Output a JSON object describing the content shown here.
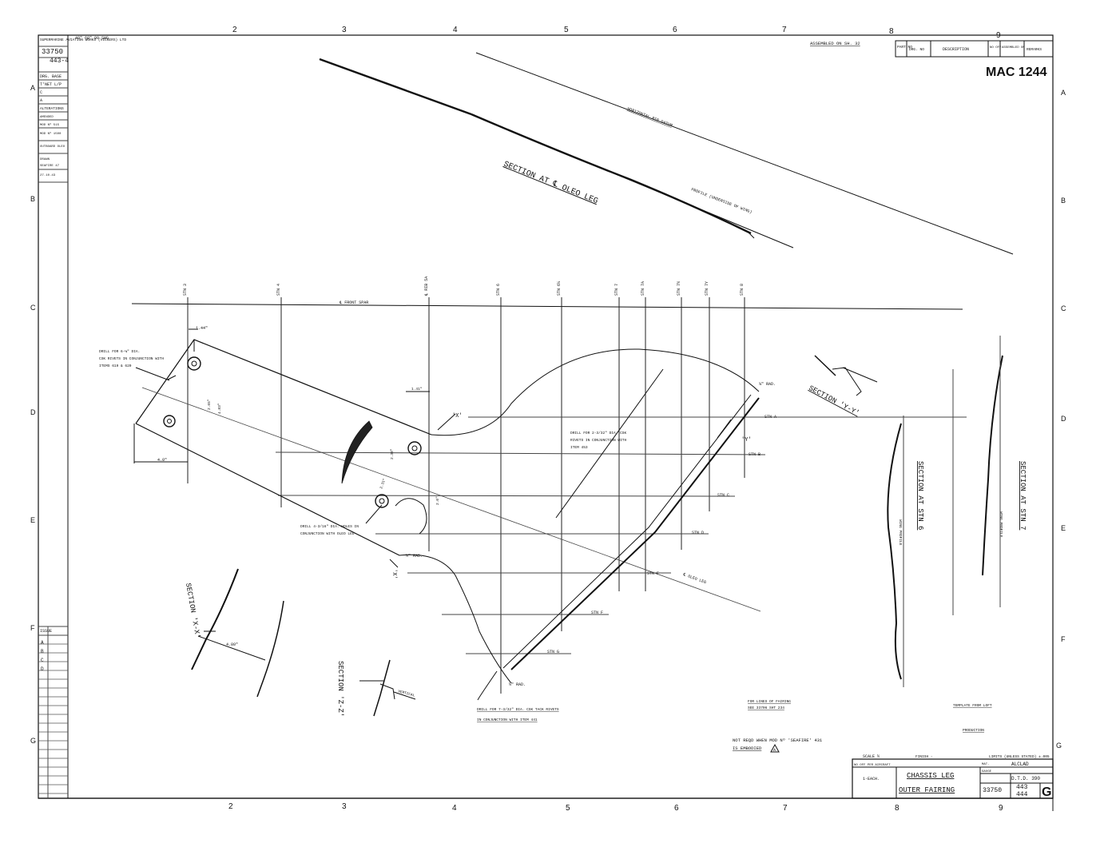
{
  "sheet": {
    "drawing_number": "MAC 1244",
    "top_note": "40\" 60\" 80 SWG",
    "assembled_note": "ASSEMBLED ON SH. 32",
    "border_numbers_top": [
      "2",
      "3",
      "4",
      "5",
      "6",
      "7",
      "8",
      "9"
    ],
    "border_numbers_bottom": [
      "2",
      "3",
      "4",
      "5",
      "6",
      "7",
      "8",
      "9"
    ],
    "border_letters_left": [
      "A",
      "B",
      "C",
      "D",
      "E",
      "F",
      "G"
    ],
    "border_letters_right": [
      "A",
      "B",
      "C",
      "D",
      "E",
      "F",
      "G"
    ]
  },
  "parts_header": {
    "part_no": "PART NO",
    "drg_no": "DRG. NO",
    "description": "DESCRIPTION",
    "no_off": "NO OFF",
    "assembled_on": "ASSEMBLED ON",
    "remarks": "REMARKS"
  },
  "left_strip": {
    "company": "SUPERMARINE AVIATION WORKS (VICKERS) LTD",
    "number": "33750",
    "sub_number": "443-4",
    "rows": [
      "DRG. BASE",
      "T'NET L/P",
      "C",
      "A"
    ],
    "alterations": "ALTERATIONS",
    "notes": [
      "AMENDED",
      "MOD Nº 515",
      "MOD Nº 1500",
      "OUTBOARD OLEO",
      "DRAWN",
      "SEAFIRE 47",
      "27.10.43"
    ]
  },
  "issue_box": {
    "heading": "ISSUE",
    "items": [
      "A",
      "B",
      "C",
      "D"
    ]
  },
  "labels": {
    "section_oleo": "SECTION AT ℄ OLEO LEG",
    "horizontal_datum": "HORIZONTAL RIB DATUM",
    "profile_note": "PROFILE (UNDERSIDE OF WING)",
    "front_spar": "℄ FRONT SPAR",
    "section_yy": "SECTION 'Y-Y'",
    "section_xx": "SECTION 'X-X'",
    "section_zz": "SECTION 'Z-Z'",
    "section_stn6": "SECTION AT STN 6",
    "section_stn7": "SECTION AT STN 7",
    "wing_profile": "WING PROFILE",
    "vertical": "VERTICAL",
    "oleo_leg": "℄ OLEO LEG",
    "drill_1": "DRILL FOR 6-⅛\" DIA. CSK RIVETS IN CONJUNCTION WITH ITEMS 619 & 620",
    "drill_2": "DRILL FOR 2-3/32\" DIA. CSK RIVETS IN CONJUNCTION WITH ITEM 453",
    "drill_3": "DRILL 4-3/16\" DIA. HOLES IN CONJUNCTION WITH OLEO LEG",
    "drill_4": "DRILL FOR 7-3/32\" DIA. CSK TACK RIVETS IN CONJUNCTION WITH ITEM 441",
    "for_lines": "FOR LINES OF FAIRING SEE 33706 SHT 234",
    "template": "TEMPLATE FROM LOFT",
    "production": "PRODUCTION",
    "not_reqd": "NOT REQD WHEN MOD Nº 'SEAFIRE' 431 IS EMBODIED",
    "not_reqd_flag": "A",
    "rad_1": "¼\" RAD.",
    "rad_2": "⅜\" RAD.",
    "stn_b_rad": "½\" RAD."
  },
  "stations": [
    "STN 3",
    "STN 4",
    "℄ RIB 5A",
    "STN 6",
    "STN 6¼",
    "STN 7",
    "STN 7A",
    "STN 7½",
    "STN 7Y",
    "STN 8"
  ],
  "stations_horizontal": [
    "STN A",
    "STN B",
    "STN C",
    "STN D",
    "STN E",
    "STN F",
    "STN G"
  ],
  "dimensions": [
    "1.44\"",
    "4.0\"",
    "1.41\"",
    "2.0\"",
    "2.38\"",
    "2.31\"",
    "4.80\"",
    "1.31\"",
    "2.65\"",
    "4.83\""
  ],
  "title_block": {
    "scale": "SCALE ½",
    "finish": "FINISH -",
    "limits": "LIMITS (UNLESS STATED) ±.005",
    "no_off_label": "NO OFF PER AIRCRAFT",
    "qty": "1-EACH.",
    "title_line1": "CHASSIS LEG",
    "title_line2": "OUTER FAIRING",
    "material_label": "MAT.",
    "material": "ALCLAD",
    "gauge_label": "GAUGE",
    "gauge": "D.T.D. 390",
    "drawing_no": "33750",
    "part_a": "443",
    "part_b": "444",
    "issue": "G"
  }
}
